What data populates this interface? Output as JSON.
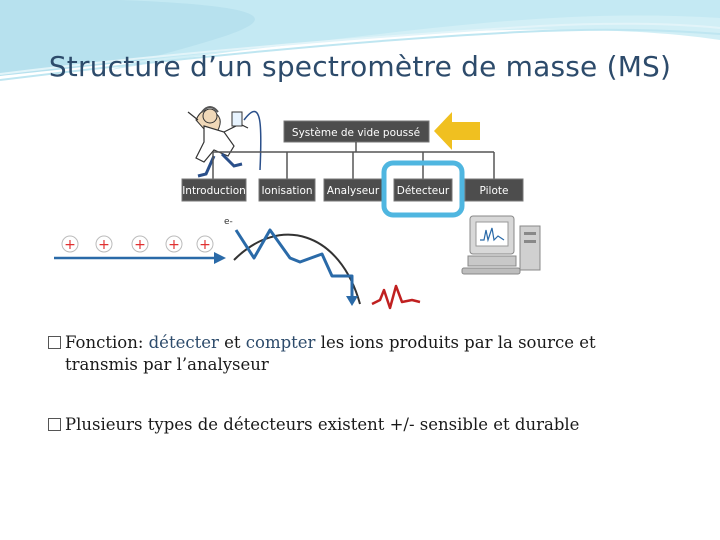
{
  "slide": {
    "title": "Structure d’un spectromètre de masse (MS)"
  },
  "diagram": {
    "vacuum_label": "Système de vide poussé",
    "stages": [
      "Introduction",
      "Ionisation",
      "Analyseur",
      "Détecteur",
      "Pilote"
    ],
    "highlighted_stage": "Détecteur",
    "ion_symbol": "+",
    "electron_label": "e-",
    "colors": {
      "box_fill": "#4d4d4d",
      "highlight_border": "#4fb6e0",
      "arrow": "#f0c020",
      "ions": "#e03030",
      "trajectory": "#2a6aa8"
    }
  },
  "bullets": [
    {
      "parts": [
        {
          "text": "Fonction: ",
          "hl": false
        },
        {
          "text": "détecter",
          "hl": true
        },
        {
          "text": " et ",
          "hl": false
        },
        {
          "text": "compter",
          "hl": true
        },
        {
          "text": " les ions produits par la source et",
          "hl": false
        }
      ],
      "continuation": "transmis par l’analyseur"
    },
    {
      "parts": [
        {
          "text": "Plusieurs types de détecteurs existent +/- sensible et durable",
          "hl": false
        }
      ],
      "continuation": ""
    }
  ]
}
